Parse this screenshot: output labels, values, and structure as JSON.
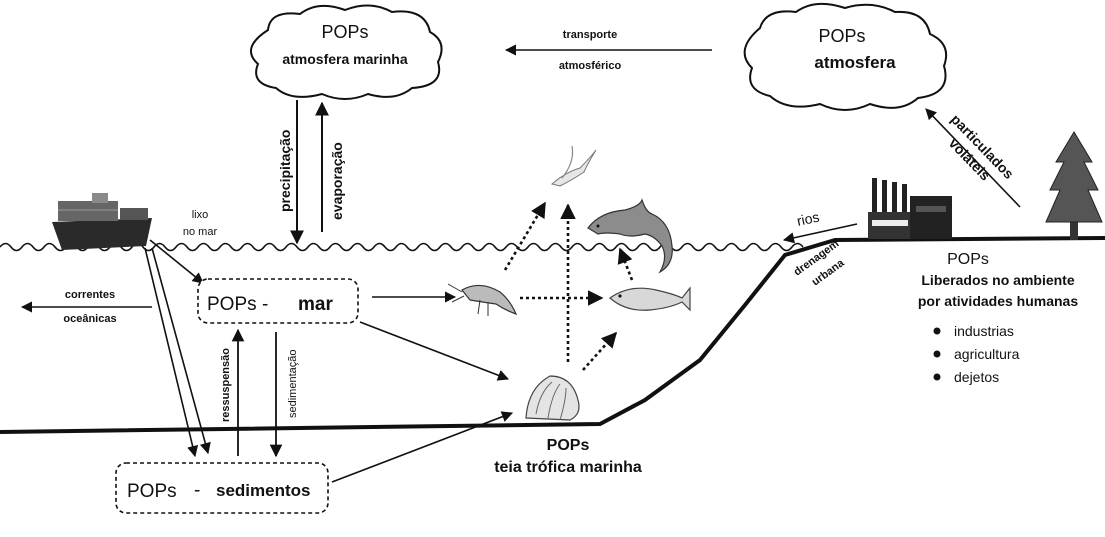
{
  "clouds": {
    "marine": {
      "title": "POPs",
      "subtitle": "atmosfera marinha"
    },
    "atmosphere": {
      "title": "POPs",
      "subtitle": "atmosfera"
    }
  },
  "transport": {
    "line1": "transporte",
    "line2": "atmosférico"
  },
  "vertical_labels": {
    "precipitation": "precipitação",
    "evaporation": "evaporação",
    "resuspension": "ressuspensão",
    "sedimentation": "sedimentação",
    "particulates_line1": "particulados",
    "particulates_line2": "voláteis"
  },
  "boxes": {
    "sea": {
      "left": "POPs",
      "dash": "-",
      "right": "mar"
    },
    "sediments": {
      "left": "POPs",
      "dash": "-",
      "right": "sedimentos"
    }
  },
  "labels": {
    "trash_line1": "lixo",
    "trash_line2": "no mar",
    "currents_line1": "correntes",
    "currents_line2": "oceânicas",
    "rivers": "rios",
    "drainage_line1": "drenagem",
    "drainage_line2": "urbana",
    "foodweb_line1": "POPs",
    "foodweb_line2": "teia trófica marinha"
  },
  "land": {
    "title": "POPs",
    "line1": "Liberados no ambiente",
    "line2": "por atividades humanas",
    "bullets": [
      "industrias",
      "agricultura",
      "dejetos"
    ]
  }
}
